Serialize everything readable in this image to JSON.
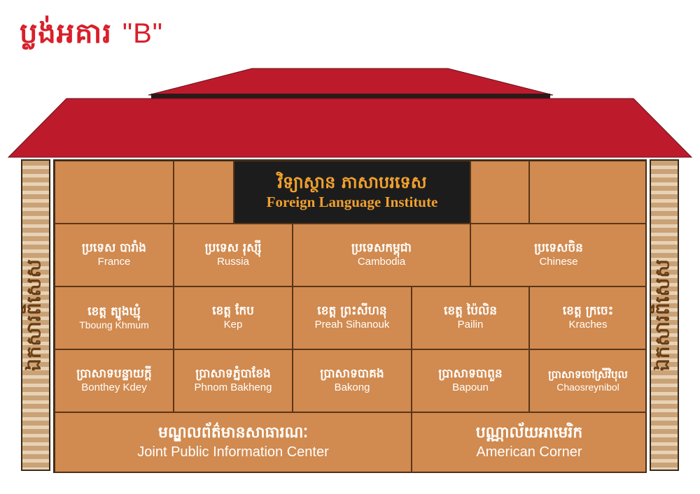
{
  "title": {
    "khmer": "ប្លង់អគារ",
    "latin": "\"B\""
  },
  "colors": {
    "roof": "#bd1b2c",
    "wall": "#d18a4f",
    "plate": "#1c1c1c",
    "plate_text": "#f0a030"
  },
  "pillars": {
    "left_label": "ឯកសារពិសេស",
    "right_label": "ឯកសារពិសេស"
  },
  "institute": {
    "khmer": "វិទ្យាស្ថាន ភាសាបរទេស",
    "english": "Foreign Language Institute"
  },
  "row2": [
    {
      "khmer": "ប្រទេស បារាំង",
      "english": "France"
    },
    {
      "khmer": "ប្រទេស រុស្ស៊ី",
      "english": "Russia"
    },
    {
      "khmer": "ប្រទេសកម្ពុជា",
      "english": "Cambodia"
    },
    {
      "khmer": "ប្រទេសចិន",
      "english": "Chinese"
    }
  ],
  "row3": [
    {
      "khmer": "ខេត្ត ត្បូងឃ្មុំ",
      "english": "Tboung Khmum"
    },
    {
      "khmer": "ខេត្ត កែប",
      "english": "Kep"
    },
    {
      "khmer": "ខេត្ត ព្រះសីហនុ",
      "english": "Preah Sihanouk"
    },
    {
      "khmer": "ខេត្ត ប៉ៃលិន",
      "english": "Pailin"
    },
    {
      "khmer": "ខេត្ត ក្រចេះ",
      "english": "Kraches"
    }
  ],
  "row4": [
    {
      "khmer": "ប្រាសាទបន្ទាយក្តី",
      "english": "Bonthey Kdey"
    },
    {
      "khmer": "ប្រាសាទភ្នំបាខែង",
      "english": "Phnom Bakheng"
    },
    {
      "khmer": "ប្រាសាទបាគង",
      "english": "Bakong"
    },
    {
      "khmer": "ប្រាសាទបាពួន",
      "english": "Bapoun"
    },
    {
      "khmer": "ប្រាសាទចៅស្រីវិបុល",
      "english": "Chaosreynibol"
    }
  ],
  "row5": [
    {
      "khmer": "មណ្ឌលព័ត៌មានសាធារណៈ",
      "english": "Joint Public Information Center"
    },
    {
      "khmer": "បណ្ណាល័យអាមេរិក",
      "english": "American Corner"
    }
  ]
}
